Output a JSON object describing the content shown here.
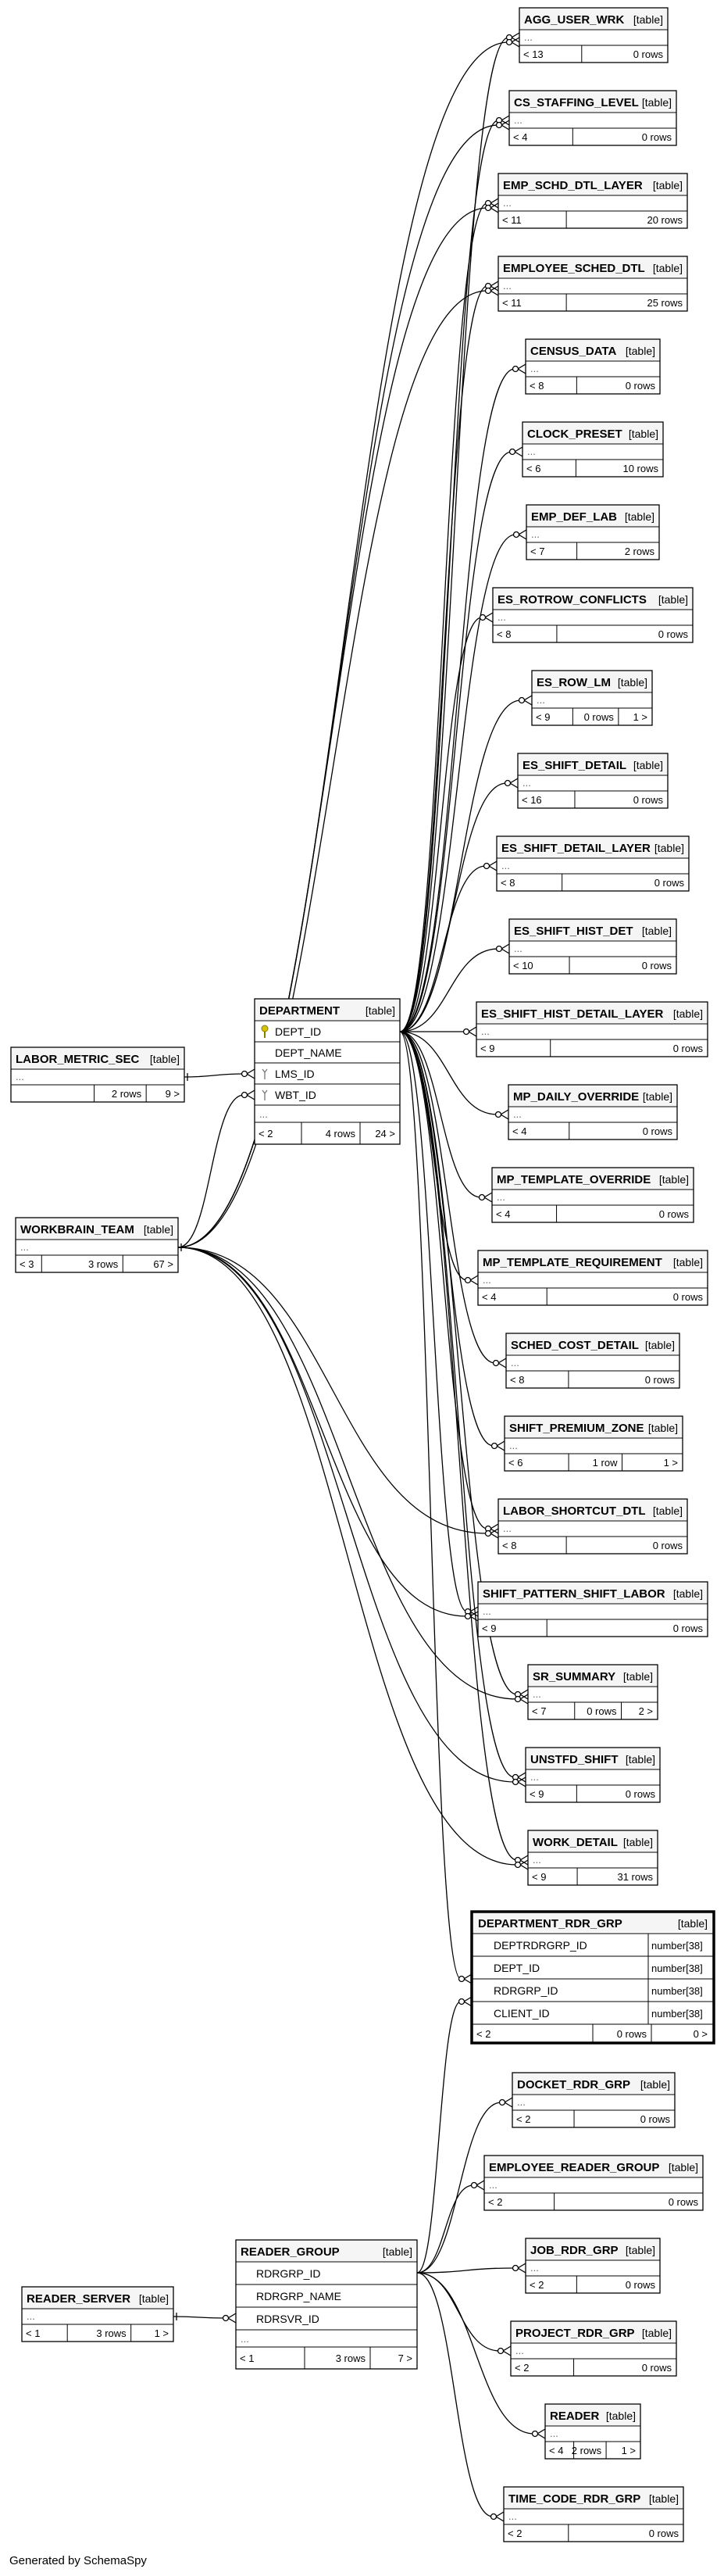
{
  "tables": {
    "agg_user_wrk": {
      "name": "AGG_USER_WRK",
      "tag": "[table]",
      "lt": "< 13",
      "rows": "0 rows"
    },
    "cs_staffing_level": {
      "name": "CS_STAFFING_LEVEL",
      "tag": "[table]",
      "lt": "< 4",
      "rows": "0 rows"
    },
    "emp_schd_dtl_layer": {
      "name": "EMP_SCHD_DTL_LAYER",
      "tag": "[table]",
      "lt": "< 11",
      "rows": "20 rows"
    },
    "employee_sched_dtl": {
      "name": "EMPLOYEE_SCHED_DTL",
      "tag": "[table]",
      "lt": "< 11",
      "rows": "25 rows"
    },
    "census_data": {
      "name": "CENSUS_DATA",
      "tag": "[table]",
      "lt": "< 8",
      "rows": "0 rows"
    },
    "clock_preset": {
      "name": "CLOCK_PRESET",
      "tag": "[table]",
      "lt": "< 6",
      "rows": "10 rows"
    },
    "emp_def_lab": {
      "name": "EMP_DEF_LAB",
      "tag": "[table]",
      "lt": "< 7",
      "rows": "2 rows"
    },
    "es_rotrow_conflicts": {
      "name": "ES_ROTROW_CONFLICTS",
      "tag": "[table]",
      "lt": "< 8",
      "rows": "0 rows"
    },
    "es_row_lm": {
      "name": "ES_ROW_LM",
      "tag": "[table]",
      "lt": "< 9",
      "rows": "0 rows",
      "gt": "1 >"
    },
    "es_shift_detail": {
      "name": "ES_SHIFT_DETAIL",
      "tag": "[table]",
      "lt": "< 16",
      "rows": "0 rows"
    },
    "es_shift_detail_layer": {
      "name": "ES_SHIFT_DETAIL_LAYER",
      "tag": "[table]",
      "lt": "< 8",
      "rows": "0 rows"
    },
    "es_shift_hist_det": {
      "name": "ES_SHIFT_HIST_DET",
      "tag": "[table]",
      "lt": "< 10",
      "rows": "0 rows"
    },
    "es_shift_hist_detail_layer": {
      "name": "ES_SHIFT_HIST_DETAIL_LAYER",
      "tag": "[table]",
      "lt": "< 9",
      "rows": "0 rows"
    },
    "mp_daily_override": {
      "name": "MP_DAILY_OVERRIDE",
      "tag": "[table]",
      "lt": "< 4",
      "rows": "0 rows"
    },
    "mp_template_override": {
      "name": "MP_TEMPLATE_OVERRIDE",
      "tag": "[table]",
      "lt": "< 4",
      "rows": "0 rows"
    },
    "mp_template_requirement": {
      "name": "MP_TEMPLATE_REQUIREMENT",
      "tag": "[table]",
      "lt": "< 4",
      "rows": "0 rows"
    },
    "sched_cost_detail": {
      "name": "SCHED_COST_DETAIL",
      "tag": "[table]",
      "lt": "< 8",
      "rows": "0 rows"
    },
    "shift_premium_zone": {
      "name": "SHIFT_PREMIUM_ZONE",
      "tag": "[table]",
      "lt": "< 6",
      "rows": "1 row",
      "gt": "1 >"
    },
    "labor_shortcut_dtl": {
      "name": "LABOR_SHORTCUT_DTL",
      "tag": "[table]",
      "lt": "< 8",
      "rows": "0 rows"
    },
    "shift_pattern_shift_labor": {
      "name": "SHIFT_PATTERN_SHIFT_LABOR",
      "tag": "[table]",
      "lt": "< 9",
      "rows": "0 rows"
    },
    "sr_summary": {
      "name": "SR_SUMMARY",
      "tag": "[table]",
      "lt": "< 7",
      "rows": "0 rows",
      "gt": "2 >"
    },
    "unstfd_shift": {
      "name": "UNSTFD_SHIFT",
      "tag": "[table]",
      "lt": "< 9",
      "rows": "0 rows"
    },
    "work_detail": {
      "name": "WORK_DETAIL",
      "tag": "[table]",
      "lt": "< 9",
      "rows": "31 rows"
    },
    "docket_rdr_grp": {
      "name": "DOCKET_RDR_GRP",
      "tag": "[table]",
      "lt": "< 2",
      "rows": "0 rows"
    },
    "employee_reader_group": {
      "name": "EMPLOYEE_READER_GROUP",
      "tag": "[table]",
      "lt": "< 2",
      "rows": "0 rows"
    },
    "job_rdr_grp": {
      "name": "JOB_RDR_GRP",
      "tag": "[table]",
      "lt": "< 2",
      "rows": "0 rows"
    },
    "project_rdr_grp": {
      "name": "PROJECT_RDR_GRP",
      "tag": "[table]",
      "lt": "< 2",
      "rows": "0 rows"
    },
    "reader": {
      "name": "READER",
      "tag": "[table]",
      "lt": "< 4",
      "rows": "2 rows",
      "gt": "1 >"
    },
    "time_code_rdr_grp": {
      "name": "TIME_CODE_RDR_GRP",
      "tag": "[table]",
      "lt": "< 2",
      "rows": "0 rows"
    },
    "labor_metric_sec": {
      "name": "LABOR_METRIC_SEC",
      "tag": "[table]",
      "rows": "2 rows",
      "gt": "9 >"
    },
    "workbrain_team": {
      "name": "WORKBRAIN_TEAM",
      "tag": "[table]",
      "lt": "< 3",
      "rows": "3 rows",
      "gt": "67 >"
    },
    "reader_server": {
      "name": "READER_SERVER",
      "tag": "[table]",
      "lt": "< 1",
      "rows": "3 rows",
      "gt": "1 >"
    },
    "department": {
      "name": "DEPARTMENT",
      "tag": "[table]",
      "columns": [
        "DEPT_ID",
        "DEPT_NAME",
        "LMS_ID",
        "WBT_ID"
      ],
      "lt": "< 2",
      "rows": "4 rows",
      "gt": "24 >"
    },
    "reader_group": {
      "name": "READER_GROUP",
      "tag": "[table]",
      "columns": [
        "RDRGRP_ID",
        "RDRGRP_NAME",
        "RDRSVR_ID"
      ],
      "lt": "< 1",
      "rows": "3 rows",
      "gt": "7 >"
    },
    "department_rdr_grp": {
      "name": "DEPARTMENT_RDR_GRP",
      "tag": "[table]",
      "columns": [
        {
          "name": "DEPTRDRGRP_ID",
          "type": "number[38]"
        },
        {
          "name": "DEPT_ID",
          "type": "number[38]"
        },
        {
          "name": "RDRGRP_ID",
          "type": "number[38]"
        },
        {
          "name": "CLIENT_ID",
          "type": "number[38]"
        }
      ],
      "lt": "< 2",
      "rows": "0 rows",
      "gt": "0 >"
    }
  },
  "ellipsis": "...",
  "footer": "Generated by SchemaSpy",
  "colors": {
    "line": "#000000",
    "header": "#f5f5f5",
    "key": "#d4c400"
  }
}
